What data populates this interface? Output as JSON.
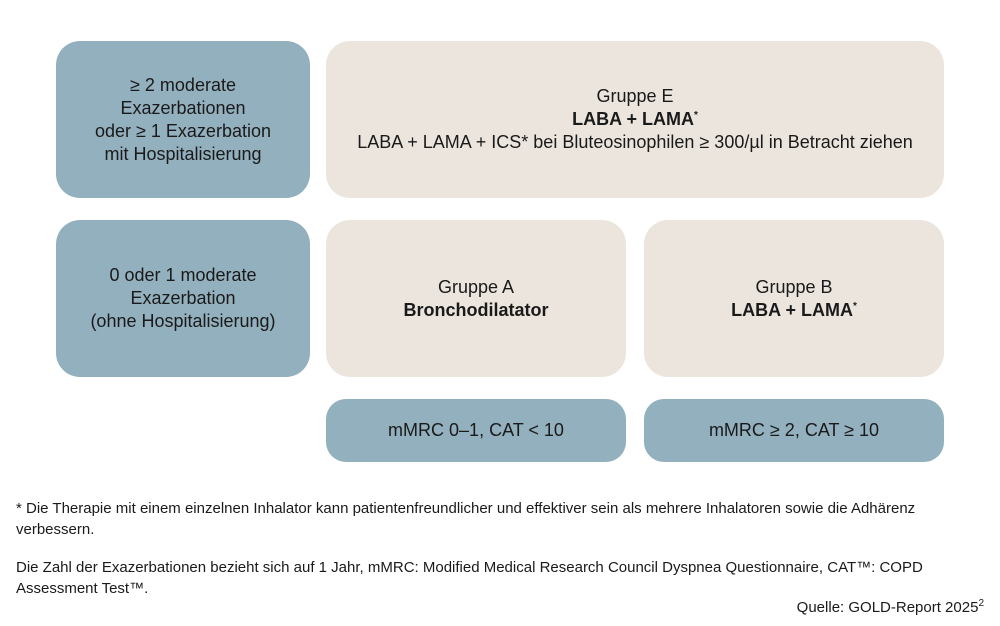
{
  "rows": {
    "high_exacerbation": {
      "lines": [
        "≥ 2 moderate Exazerbationen",
        "oder ≥ 1 Exazerbation",
        "mit Hospitalisierung"
      ]
    },
    "low_exacerbation": {
      "lines": [
        "0 oder 1 moderate",
        "Exazerbation",
        "(ohne Hospitalisierung)"
      ]
    }
  },
  "groups": {
    "e": {
      "title": "Gruppe E",
      "therapy": "LABA + LAMA",
      "therapy_mark": "*",
      "alternative": "LABA + LAMA + ICS* bei Bluteosinophilen ≥ 300/µl in Betracht ziehen"
    },
    "a": {
      "title": "Gruppe A",
      "therapy": "Bronchodilatator"
    },
    "b": {
      "title": "Gruppe B",
      "therapy": "LABA + LAMA",
      "therapy_mark": "*"
    }
  },
  "columns": {
    "low_symptoms": "mMRC 0–1, CAT < 10",
    "high_symptoms": "mMRC ≥ 2, CAT ≥ 10"
  },
  "notes": {
    "footnote": "* Die Therapie mit einem einzelnen Inhalator kann patientenfreundlicher und effektiver sein als mehrere Inhalatoren sowie die Adhärenz verbessern.",
    "definitions": "Die Zahl der Exazerbationen bezieht sich auf 1 Jahr, mMRC: Modified Medical Research Council Dyspnea Questionnaire, CAT™: COPD Assessment Test™.",
    "source": "Quelle: GOLD-Report 2025",
    "source_ref": "2"
  },
  "colors": {
    "blue": "#93b0be",
    "beige": "#ebe5de"
  }
}
